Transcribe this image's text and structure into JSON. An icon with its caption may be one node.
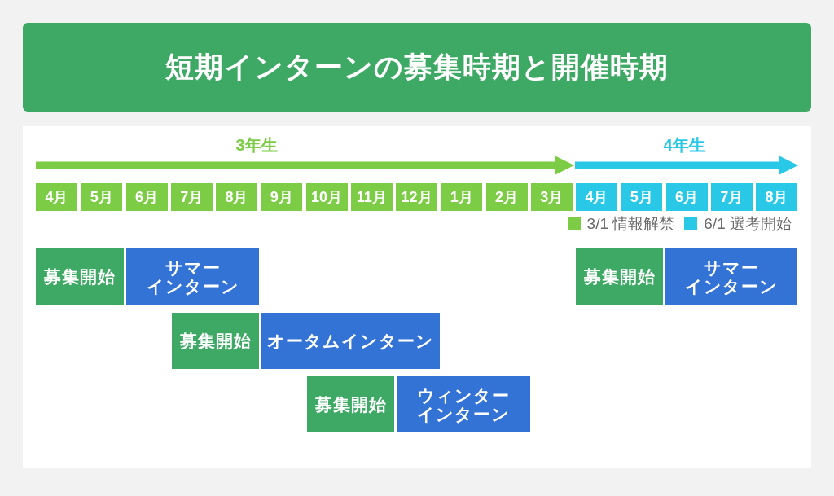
{
  "diagram": {
    "title": "短期インターンの募集時期と開催時期",
    "nodes": [
      {
        "text": [
          "4月"
        ]
      },
      {
        "text": [
          "5月"
        ]
      },
      {
        "text": [
          "6月"
        ]
      },
      {
        "text": [
          "7月"
        ]
      },
      {
        "text": [
          "8月"
        ]
      },
      {
        "text": [
          "9月"
        ]
      },
      {
        "text": [
          "10月"
        ]
      },
      {
        "text": [
          "11月"
        ]
      },
      {
        "text": [
          "12月"
        ]
      },
      {
        "text": [
          "1月"
        ]
      },
      {
        "text": [
          "2月"
        ]
      },
      {
        "text": [
          "3月"
        ]
      },
      {
        "text": [
          "4月"
        ]
      },
      {
        "text": [
          "5月"
        ]
      },
      {
        "text": [
          "6月"
        ]
      },
      {
        "text": [
          "7月"
        ]
      },
      {
        "text": [
          "8月"
        ]
      },
      {
        "text": [
          "募集開始"
        ]
      },
      {
        "text": [
          "サマーインターン"
        ]
      },
      {
        "text": [
          "募集開始"
        ]
      },
      {
        "text": [
          "サマーインターン"
        ]
      },
      {
        "text": [
          "募集開始"
        ]
      },
      {
        "text": [
          "オータムインターン"
        ]
      },
      {
        "text": [
          "募集開始"
        ]
      },
      {
        "text": [
          "ウィンターインターン"
        ]
      }
    ],
    "labels": [
      "3年生",
      "4年生"
    ],
    "legend": [
      {
        "text": "3/1 情報解禁",
        "color": "#7dcc46"
      },
      {
        "text": "6/1 選考開始",
        "color": "#28c8e6"
      }
    ]
  }
}
